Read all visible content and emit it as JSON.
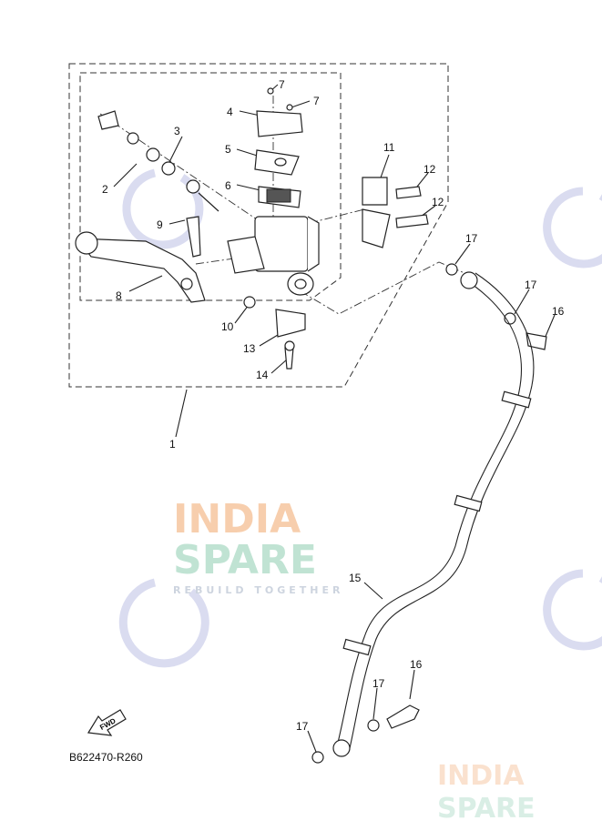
{
  "diagram": {
    "code": "B622470-R260",
    "fwd_label": "FWD",
    "watermark": {
      "line1": "INDIA",
      "line2": "SPARE",
      "tagline": "REBUILD TOGETHER",
      "color1": "#f6c9a4",
      "color2": "#b9e0cf",
      "icon_color": "#d6d8ef"
    },
    "callouts": {
      "c1": "1",
      "c2": "2",
      "c3": "3",
      "c4": "4",
      "c5": "5",
      "c6": "6",
      "c7a": "7",
      "c7b": "7",
      "c8": "8",
      "c9": "9",
      "c10": "10",
      "c11": "11",
      "c12a": "12",
      "c12b": "12",
      "c13": "13",
      "c14": "14",
      "c15": "15",
      "c16a": "16",
      "c16b": "16",
      "c17a": "17",
      "c17b": "17",
      "c17c": "17",
      "c17d": "17"
    }
  }
}
